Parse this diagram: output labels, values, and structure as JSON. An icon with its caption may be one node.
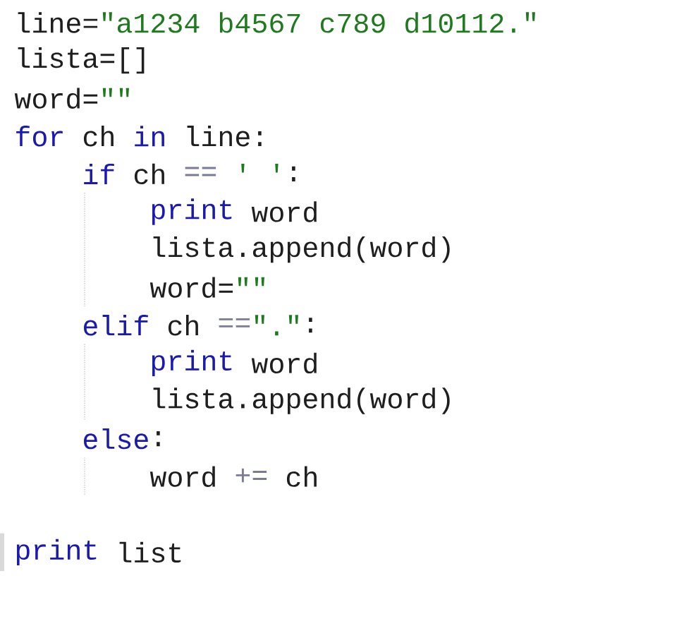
{
  "diagram": {
    "labels": [
      "line=",
      "\"a1234 b4567 c789 d10112.\"",
      "lista=[]",
      "word=",
      "\"\"",
      "for",
      "ch",
      "in",
      "line:",
      "if",
      "ch",
      "==",
      "' '",
      ":",
      "print",
      "word",
      "lista.append(word)",
      "word=",
      "\"\"",
      "elif",
      "ch",
      "==",
      "\".\"",
      ":",
      "print",
      "word",
      "lista.append(word)",
      "else",
      ":",
      "word",
      "+=",
      "ch",
      "print",
      "list"
    ]
  }
}
